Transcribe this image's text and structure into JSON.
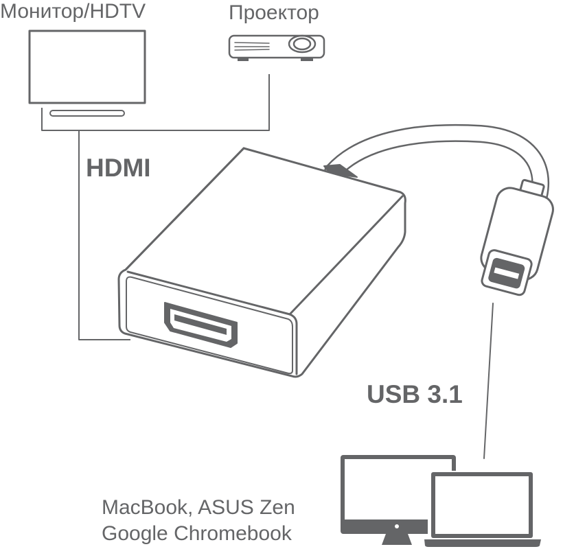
{
  "labels": {
    "monitor": "Монитор/HDTV",
    "projector": "Проектор",
    "hdmi": "HDMI",
    "usb": "USB 3.1",
    "devices_line1": "MacBook, ASUS Zen",
    "devices_line2": "Google Chromebook"
  },
  "colors": {
    "stroke": "#646567",
    "fill": "#ffffff"
  }
}
